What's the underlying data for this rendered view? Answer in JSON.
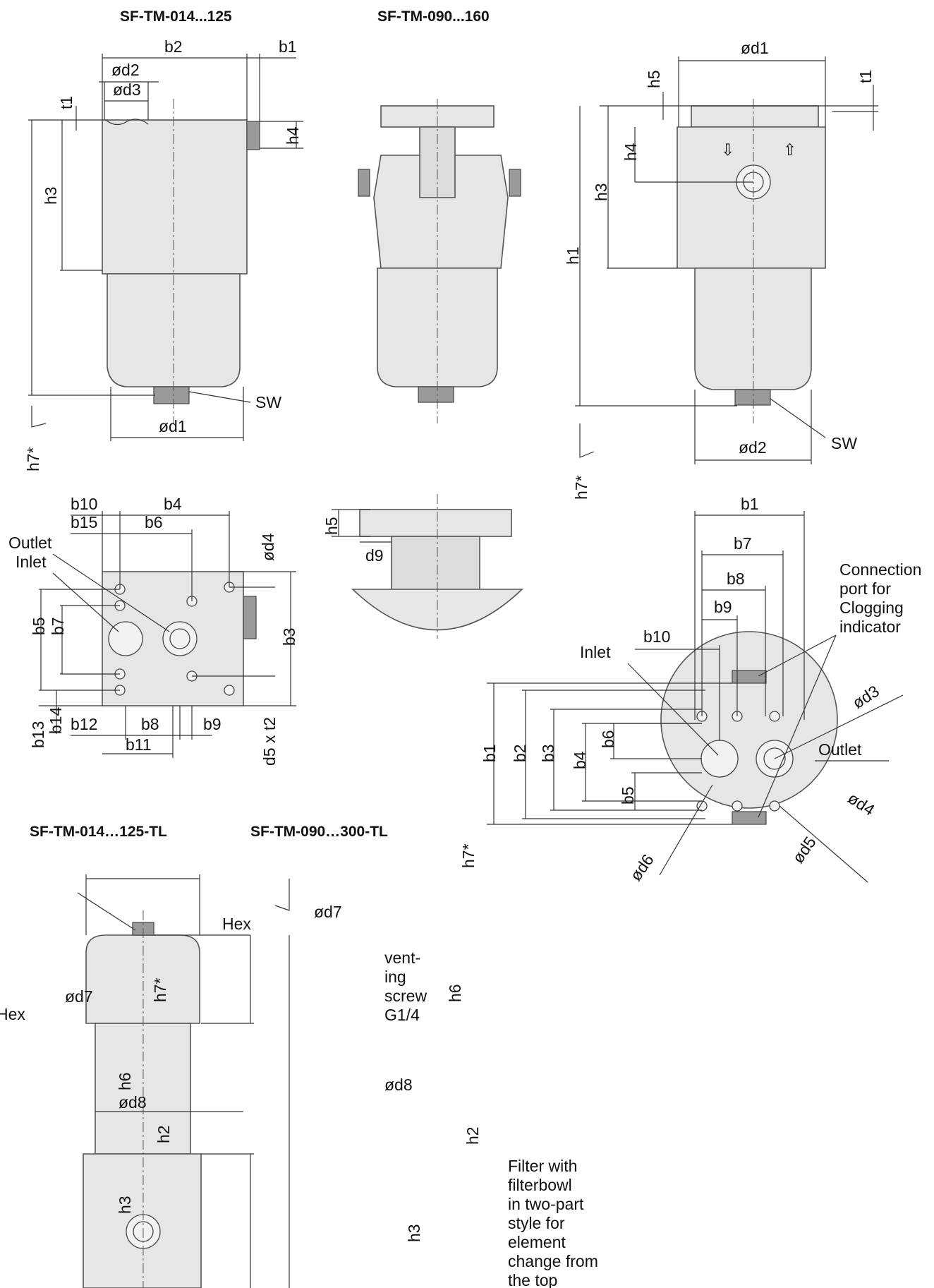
{
  "titles": {
    "t1": "SF-TM-014...125",
    "t2": "SF-TM-090...160",
    "t3": "SF-TM-014…125-TL",
    "t4": "SF-TM-090…300-TL"
  },
  "labels": {
    "b1": "b1",
    "b2": "b2",
    "b3": "b3",
    "b4": "b4",
    "b5": "b5",
    "b6": "b6",
    "b7": "b7",
    "b8": "b8",
    "b9": "b9",
    "b10": "b10",
    "b11": "b11",
    "b12": "b12",
    "b13": "b13",
    "b14": "b14",
    "b15": "b15",
    "h1": "h1",
    "h2": "h2",
    "h3": "h3",
    "h4": "h4",
    "h5": "h5",
    "h6": "h6",
    "h7": "h7*",
    "t1": "t1",
    "d1": "ød1",
    "d2": "ød2",
    "d3": "ød3",
    "d4": "ød4",
    "d5": "ød5",
    "d6": "ød6",
    "d7": "ød7",
    "d8": "ød8",
    "d9": "d9",
    "d5t2": "d5 x t2",
    "sw": "SW",
    "hex": "Hex",
    "inlet": "Inlet",
    "outlet": "Outlet"
  },
  "notes": {
    "connection": [
      "Connection",
      "port for",
      "Clogging",
      "indicator"
    ],
    "venting": [
      "vent-",
      "ing",
      "screw",
      "G1/4"
    ],
    "filter": [
      "Filter with",
      "filterbowl",
      "in two-part",
      "style for",
      "element",
      "change from",
      "the top"
    ]
  }
}
